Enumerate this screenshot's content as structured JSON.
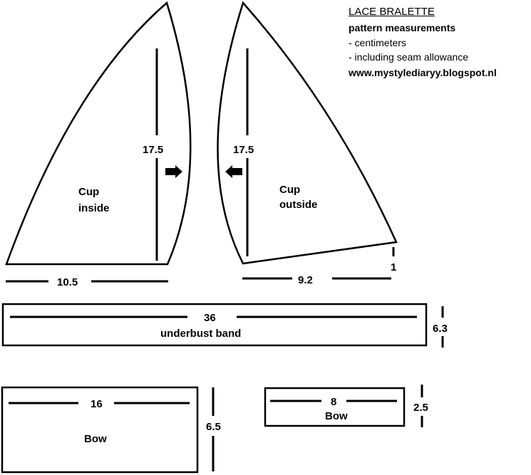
{
  "header": {
    "title": "LACE BRALETTE",
    "subtitle": "pattern measurements",
    "notes": [
      "- centimeters",
      "- including seam allowance"
    ],
    "url": "www.mystylediaryy.blogspot.nl"
  },
  "pieces": {
    "cup_inside": {
      "line1": "Cup",
      "line2": "inside",
      "height": "17.5",
      "width": "10.5"
    },
    "cup_outside": {
      "line1": "Cup",
      "line2": "outside",
      "height": "17.5",
      "width": "9.2",
      "side": "1"
    },
    "underbust_band": {
      "label": "underbust band",
      "length": "36",
      "height": "6.3"
    },
    "bow_large": {
      "label": "Bow",
      "length": "16",
      "height": "6.5"
    },
    "bow_small": {
      "label": "Bow",
      "length": "8",
      "height": "2.5"
    }
  },
  "colors": {
    "ink": "#000000",
    "paper": "#ffffff"
  }
}
